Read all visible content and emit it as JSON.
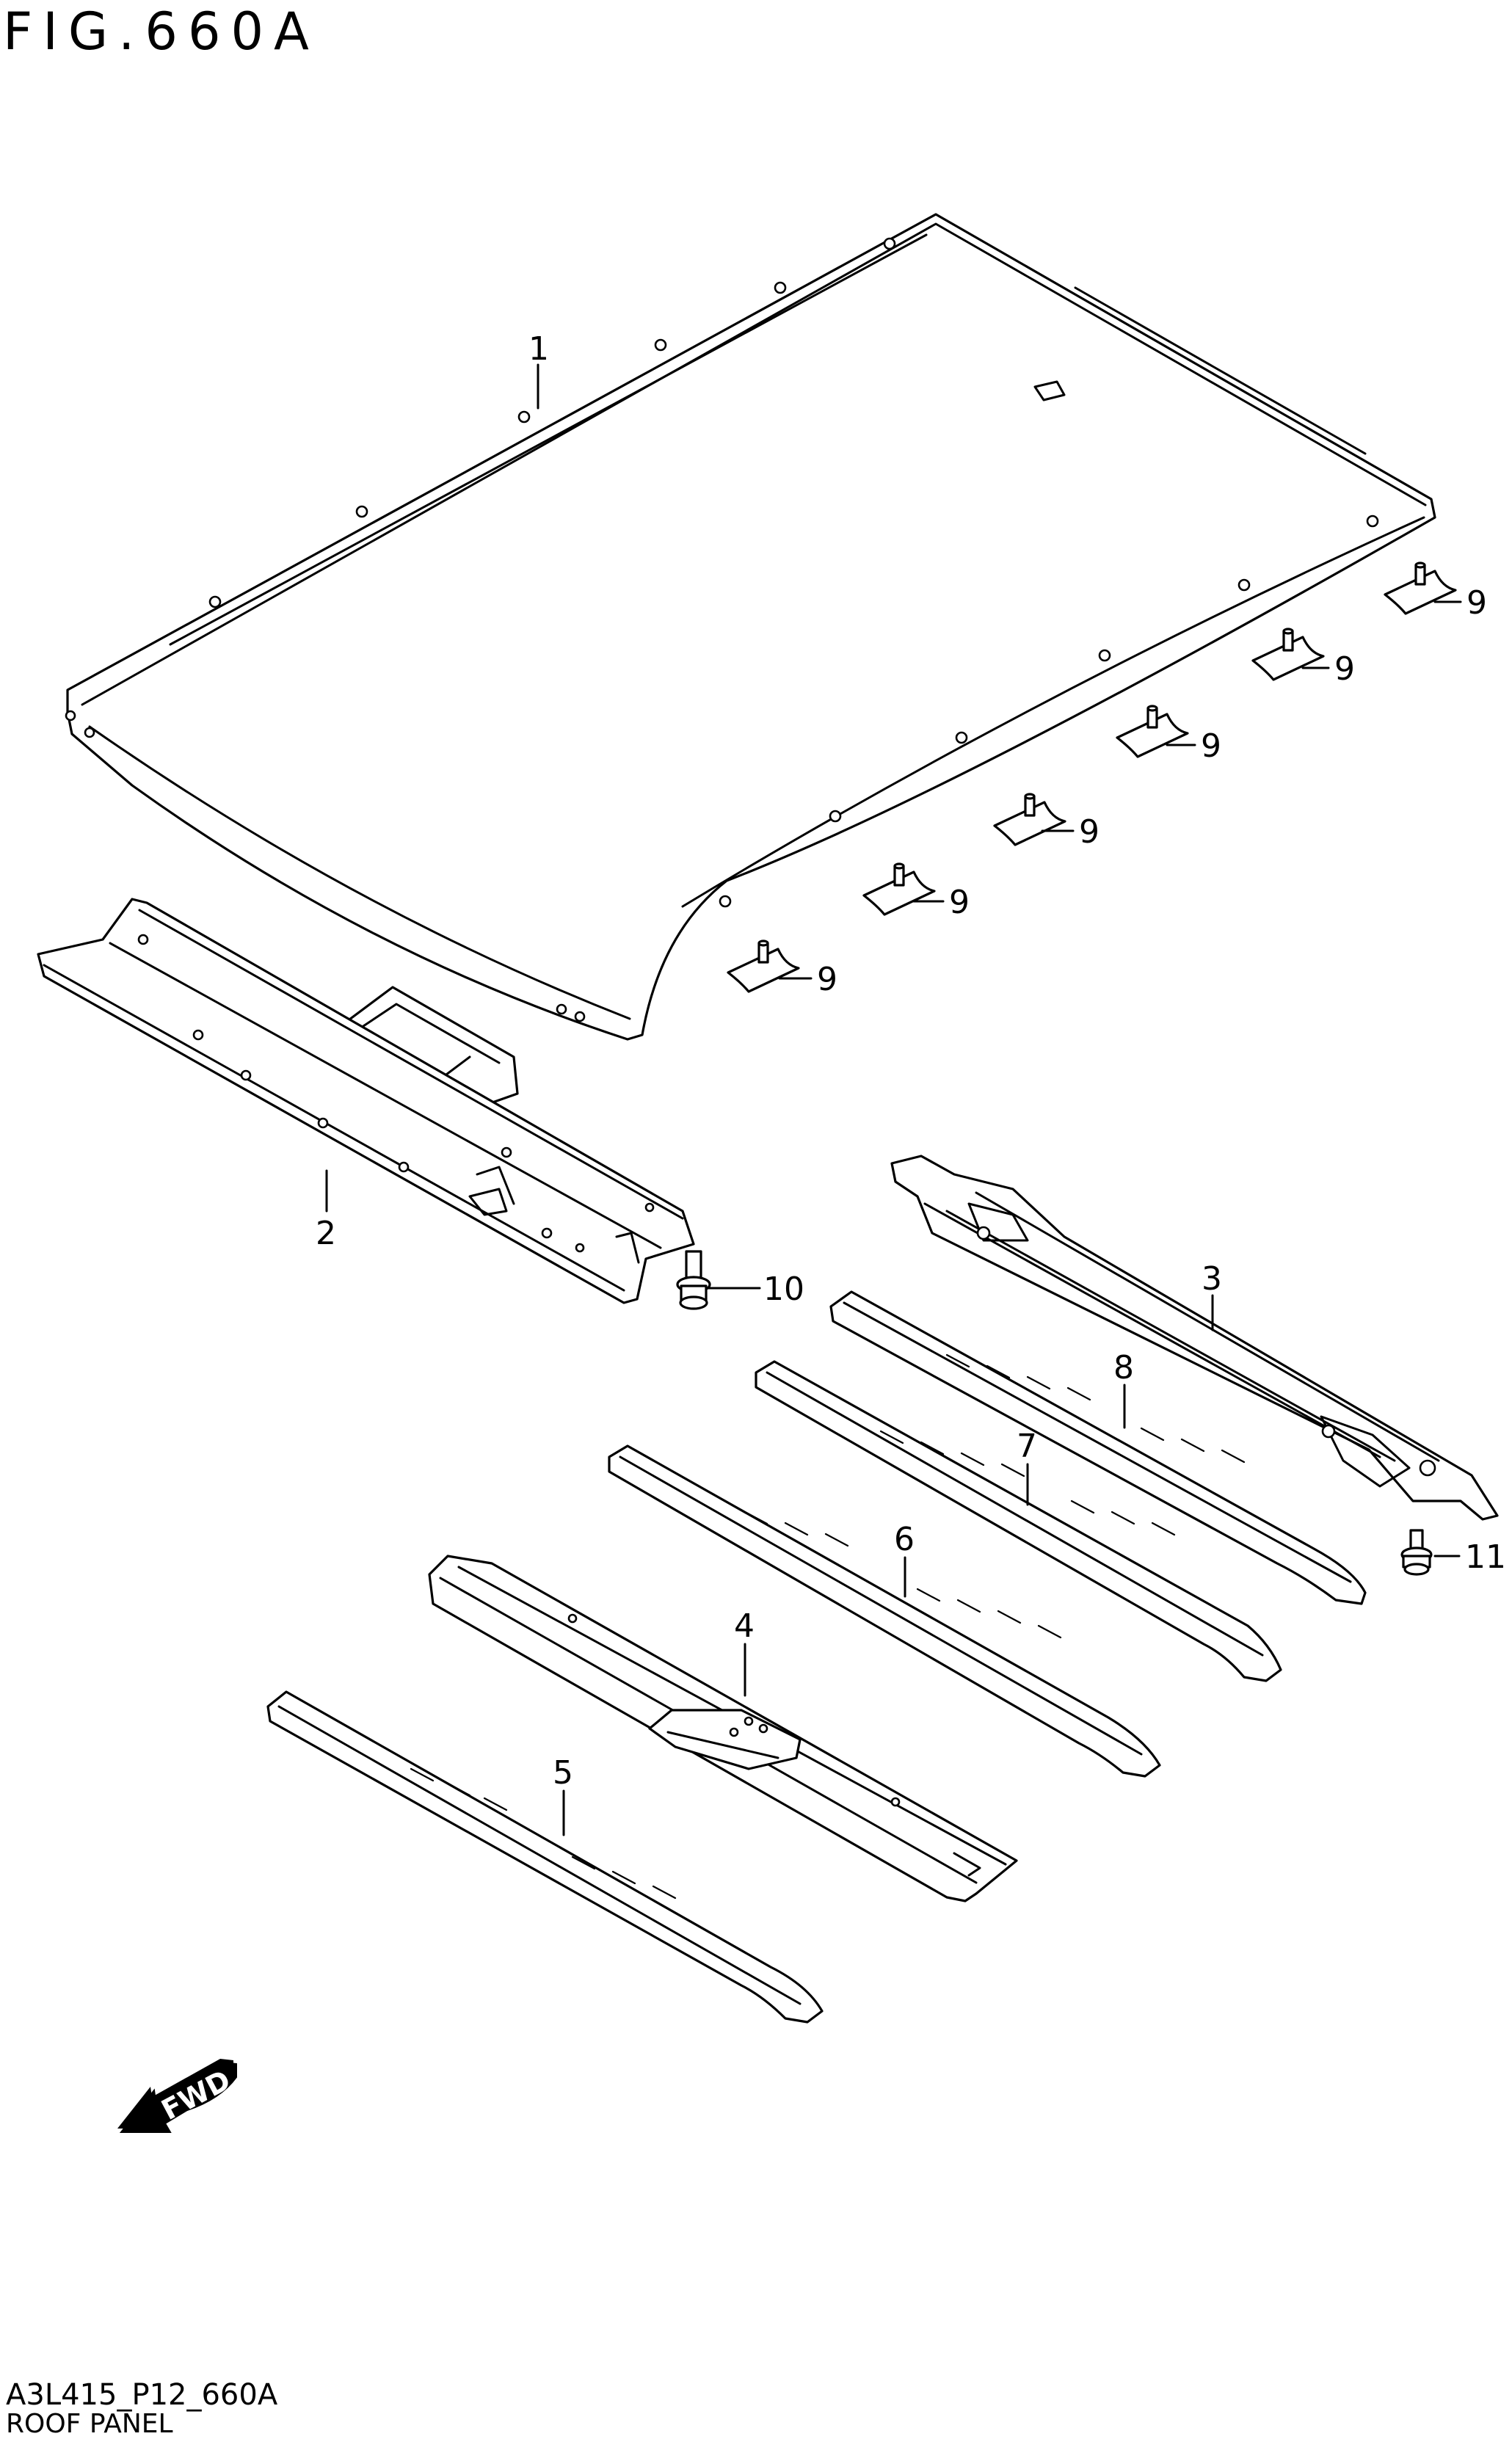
{
  "figure_title": "FIG.660A",
  "drawing_code": "A3L415_P12_660A",
  "caption": "ROOF PANEL",
  "fwd_label": "FWD",
  "callouts": {
    "c1": "1",
    "c2": "2",
    "c3": "3",
    "c4": "4",
    "c5": "5",
    "c6": "6",
    "c7": "7",
    "c8": "8",
    "c9a": "9",
    "c9b": "9",
    "c9c": "9",
    "c9d": "9",
    "c9e": "9",
    "c9f": "9",
    "c10": "10",
    "c11": "11"
  }
}
